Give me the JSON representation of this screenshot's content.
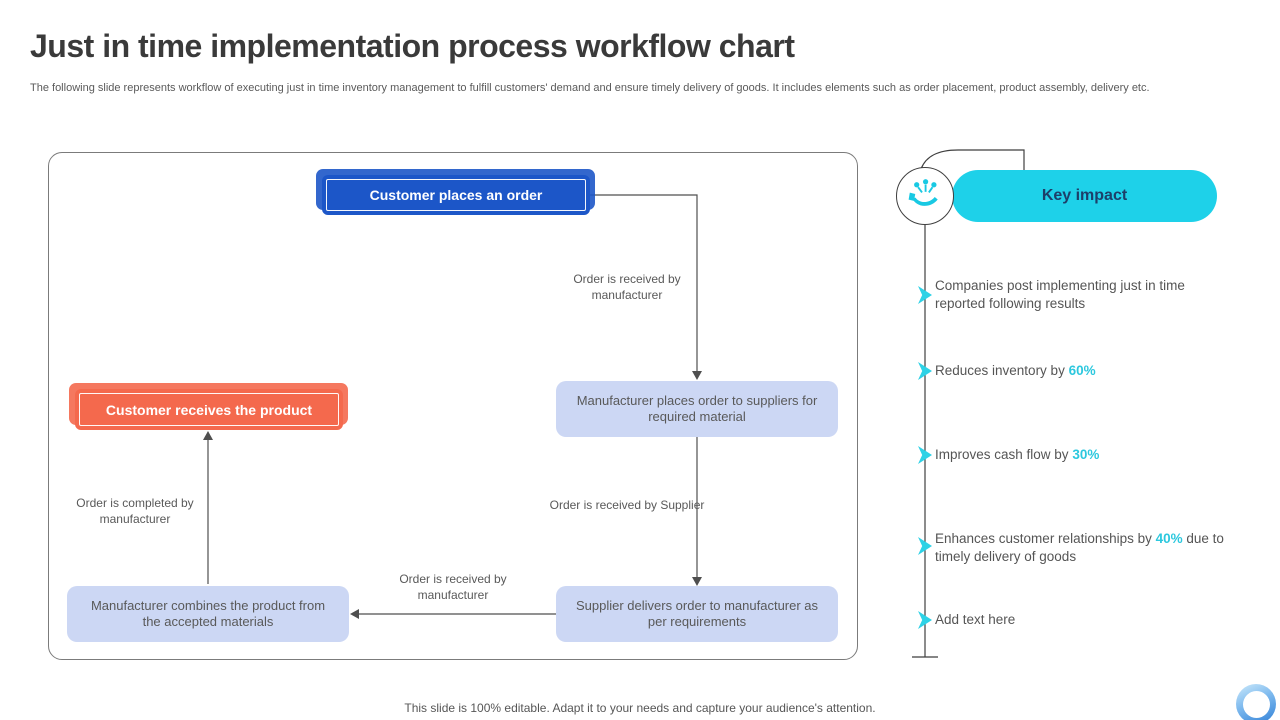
{
  "slide": {
    "title": "Just in time implementation process workflow chart",
    "subtitle": "The following slide represents workflow of executing just in time inventory management to fulfill customers' demand and ensure timely delivery of goods. It includes elements such as order placement, product assembly, delivery etc.",
    "footer": "This slide is 100% editable. Adapt it to your needs and capture your audience's attention."
  },
  "flowchart": {
    "nodes": {
      "customer_order": "Customer places an order",
      "manufacturer_order": "Manufacturer places order to suppliers for required material",
      "supplier_delivers": "Supplier delivers order to manufacturer as per requirements",
      "manufacturer_combines": "Manufacturer combines the product from the accepted materials",
      "customer_receives": "Customer receives the product"
    },
    "edge_labels": {
      "order_received_manufacturer_top": "Order is received by manufacturer",
      "order_received_supplier": "Order is received by Supplier",
      "order_completed_manufacturer": "Order is completed by manufacturer",
      "order_received_manufacturer_bottom": "Order is received by manufacturer"
    }
  },
  "key_impact": {
    "header": "Key impact",
    "icon": "hand-impact-icon",
    "items": [
      {
        "text": "Companies post implementing just in time reported following results"
      },
      {
        "prefix": "Reduces inventory by ",
        "percent": "60%"
      },
      {
        "prefix": "Improves cash flow by ",
        "percent": "30%"
      },
      {
        "prefix": "Enhances customer relationships by ",
        "percent": "40%",
        "suffix": " due to timely delivery of goods"
      },
      {
        "text": "Add text here"
      }
    ]
  },
  "colors": {
    "node_blue": "#1d57c8",
    "node_lavender": "#ccd7f4",
    "node_orange": "#f4694e",
    "accent_cyan": "#1ed1e9",
    "percent_cyan": "#2cc8de"
  }
}
